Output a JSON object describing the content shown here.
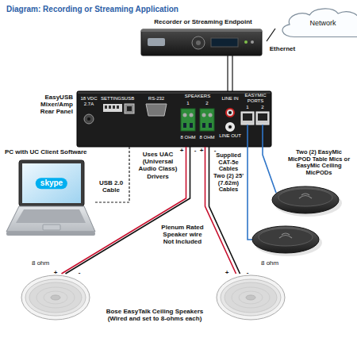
{
  "diagram": {
    "title": "Diagram: Recording or Streaming Application",
    "nodes": [
      {
        "text": [
          "Network"
        ]
      },
      {
        "text": [
          "Recorder or Streaming Endpoint"
        ]
      },
      {
        "text": [
          "EasyUSB Mixer/Amp Rear Panel"
        ]
      },
      {
        "text": [
          "PC with UC Client Software",
          "skype"
        ]
      },
      {
        "text": [
          "8 ohm"
        ]
      },
      {
        "text": [
          "8 ohm"
        ]
      }
    ],
    "edges": [
      {
        "from": 1,
        "to": 0,
        "arrow": "none",
        "label": "Ethernet"
      },
      {
        "from": 2,
        "to": 1,
        "arrow": "none"
      },
      {
        "from": 3,
        "to": 2,
        "arrow": "none",
        "label": "USB 2.0 Cable"
      },
      {
        "from": 2,
        "to": 4,
        "arrow": "none"
      },
      {
        "from": 2,
        "to": 5,
        "arrow": "none"
      }
    ],
    "labels": [
      "18 VDC 2.7A",
      "SETTINGS",
      "USB",
      "RS-232",
      "SPEAKERS",
      "1",
      "2",
      "LINE IN",
      "LINE OUT",
      "EASYMIC PORTS",
      "1",
      "2",
      "8 OHM",
      "8 OHM",
      "+",
      "-",
      "+",
      "-",
      "Uses UAC (Universal Audio Class) Drivers",
      "Supplied CAT-5e Cables Two (2) 25' (7.62m) Cables",
      "Two (2) EasyMic MicPOD Table Mics or EasyMic Ceiling MicPODs",
      "Plenum Rated Speaker wire Not Included",
      "+",
      "-",
      "+",
      "-",
      "Bose EasyTalk Ceiling Speakers (Wired and set to 8-ohms each)"
    ]
  }
}
